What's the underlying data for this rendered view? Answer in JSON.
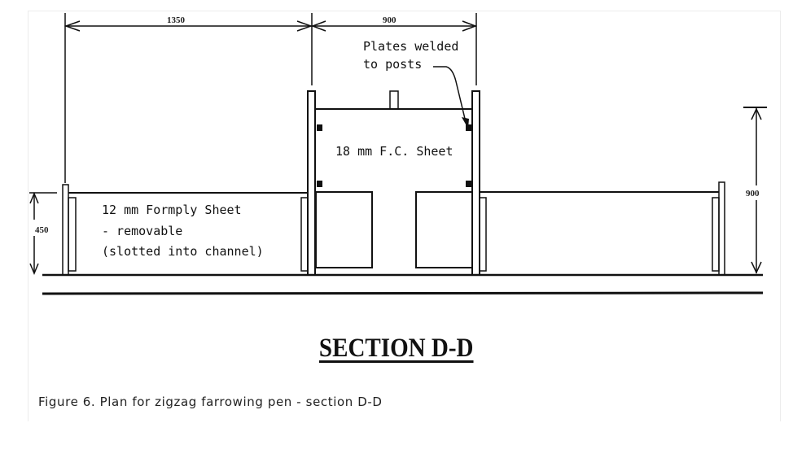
{
  "drawing": {
    "dimensions": {
      "left_span": "1350",
      "center_span": "900",
      "right_height": "900",
      "left_height": "450"
    },
    "labels": {
      "plates_line1": "Plates welded",
      "plates_line2": "to posts",
      "fc_sheet": "18 mm F.C. Sheet",
      "formply_line1": "12 mm Formply Sheet",
      "formply_line2": "- removable",
      "formply_line3": "(slotted into channel)"
    },
    "title": "SECTION D-D"
  },
  "caption": "Figure 6. Plan for zigzag farrowing pen - section D-D"
}
